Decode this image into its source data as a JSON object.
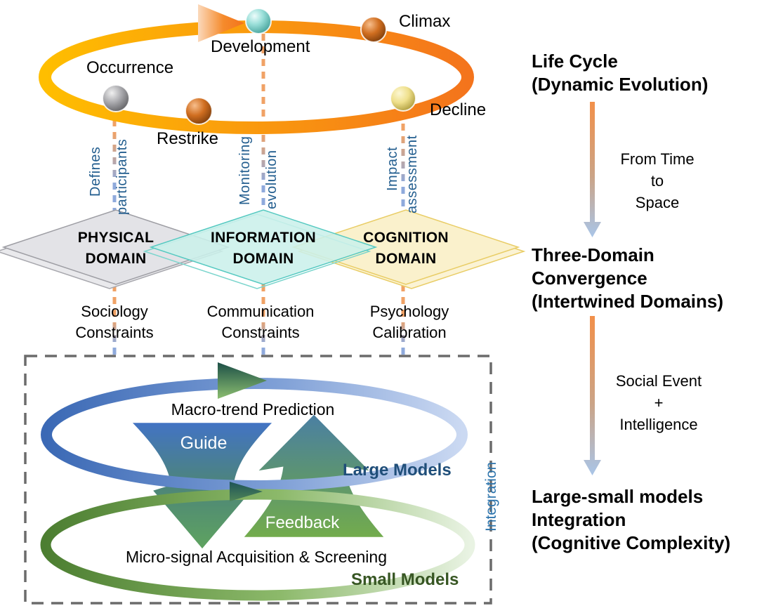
{
  "lifecycle": {
    "occurrence": "Occurrence",
    "development": "Development",
    "climax": "Climax",
    "decline": "Decline",
    "restrike": "Restrike"
  },
  "connectors": {
    "physical": {
      "word1": "Defines",
      "word2": "participants"
    },
    "information": {
      "word1": "Monitoring",
      "word2": "evolution"
    },
    "cognition": {
      "word1": "Impact",
      "word2": "assessment"
    }
  },
  "domains": {
    "physical": {
      "name1": "PHYSICAL",
      "name2": "DOMAIN",
      "sub1": "Sociology",
      "sub2": "Constraints"
    },
    "information": {
      "name1": "INFORMATION",
      "name2": "DOMAIN",
      "sub1": "Communication",
      "sub2": "Constraints"
    },
    "cognition": {
      "name1": "COGNITION",
      "name2": "DOMAIN",
      "sub1": "Psychology",
      "sub2": "Calibration"
    }
  },
  "integration_box": {
    "macro_trend": "Macro-trend Prediction",
    "guide": "Guide",
    "feedback": "Feedback",
    "large_models": "Large Models",
    "micro_signal": "Micro-signal Acquisition & Screening",
    "small_models": "Small Models",
    "integration": "Integration"
  },
  "right_panel": {
    "stage1": {
      "line1": "Life Cycle",
      "line2": "(Dynamic Evolution)"
    },
    "transition1": {
      "line1": "From Time",
      "line2": "to",
      "line3": "Space"
    },
    "stage2": {
      "line1": "Three-Domain",
      "line2": "Convergence",
      "line3": "(Intertwined Domains)"
    },
    "transition2": {
      "line1": "Social Event",
      "line2": "+",
      "line3": "Intelligence"
    },
    "stage3": {
      "line1": "Large-small models",
      "line2": "Integration",
      "line3": "(Cognitive Complexity)"
    }
  },
  "colors": {
    "lifecycle_ring_start": "#FFBE00",
    "lifecycle_ring_end": "#F4741C",
    "connector_orange": "#F0A266",
    "connector_blue": "#8FAADC",
    "connector_label_blue": "#235E8F",
    "physical_fill": "#E3E3E7",
    "information_fill": "#CBF0EA",
    "cognition_fill": "#FAF1CC",
    "large_models_ring_start": "#3B69B5",
    "large_models_ring_end": "#CBD9F2",
    "small_models_ring_start": "#4C7E31",
    "small_models_ring_end": "#E9F3E3",
    "large_models_text": "#1F4E79",
    "small_models_text": "#375623",
    "integration_text": "#2E75AD",
    "dashed_box_border": "#6B6B6B"
  }
}
